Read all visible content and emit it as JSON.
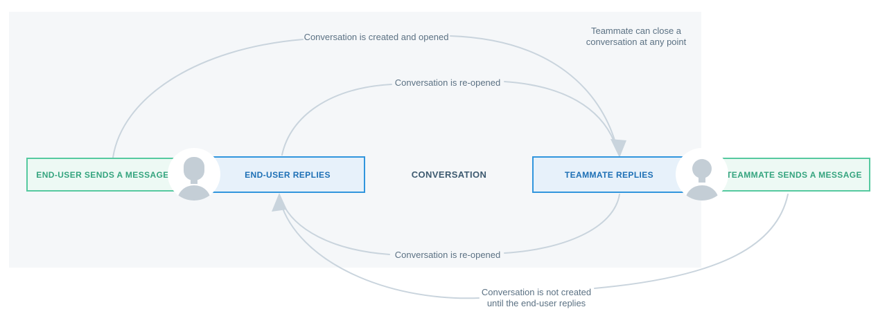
{
  "diagram": {
    "title_center": "CONVERSATION",
    "nodes": [
      {
        "id": "end-user-sends",
        "label": "END-USER SENDS A MESSAGE",
        "style": "green"
      },
      {
        "id": "end-user-replies",
        "label": "END-USER REPLIES",
        "style": "blue"
      },
      {
        "id": "teammate-replies",
        "label": "TEAMMATE REPLIES",
        "style": "blue"
      },
      {
        "id": "teammate-sends",
        "label": "TEAMMATE SENDS A MESSAGE",
        "style": "green"
      }
    ],
    "annotations": {
      "created_opened": "Conversation is created and opened",
      "teammate_close_line1": "Teammate can close a",
      "teammate_close_line2": "conversation at any point",
      "reopened_top": "Conversation is re-opened",
      "reopened_bottom": "Conversation is re-opened",
      "not_created_line1": "Conversation is not created",
      "not_created_line2": "until the end-user replies"
    },
    "icons": [
      {
        "name": "end-user-avatar",
        "depicts": "female person silhouette"
      },
      {
        "name": "teammate-avatar",
        "depicts": "male person silhouette"
      }
    ],
    "colors": {
      "panel_bg": "#f5f7f9",
      "arc_line": "#c9d4dd",
      "annotation_text": "#5b7183",
      "green_border": "#55c99f",
      "green_bg": "#edf9f4",
      "green_text": "#34a47e",
      "blue_border": "#3095dd",
      "blue_bg": "#e7f1fa",
      "blue_text": "#1c6fb5",
      "center_text": "#3d5a70",
      "avatar_silhouette": "#c4ced6"
    }
  }
}
